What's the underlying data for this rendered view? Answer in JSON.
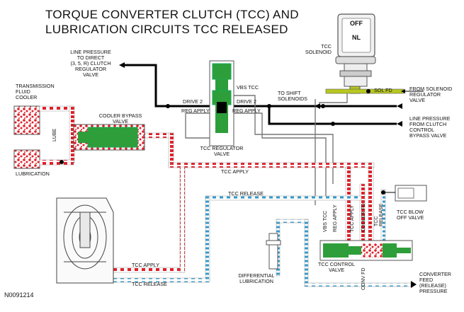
{
  "title": {
    "line1": "TORQUE CONVERTER CLUTCH (TCC) AND",
    "line2": "LUBRICATION CIRCUITS TCC RELEASED"
  },
  "solenoid": {
    "name": "TCC\nSOLENOID",
    "off": "OFF",
    "nl": "NL"
  },
  "labels": {
    "line_pressure_direct": "LINE PRESSURE\nTO DIRECT\n(3, 5, R) CLUTCH\nREGULATOR\nVALVE",
    "trans_cooler": "TRANSMISSION\nFLUID\nCOOLER",
    "lubrication": "LUBRICATION",
    "lube": "LUBE",
    "cooler_bypass": "COOLER BYPASS\nVALVE",
    "vbs_tcc": "VBS TCC",
    "drive2_left": "DRIVE 2",
    "drive2_right": "DRIVE 2",
    "reg_apply_left": "REG APPLY",
    "reg_apply_right": "REG APPLY",
    "tcc_regulator": "TCC REGULATOR\nVALVE",
    "to_shift": "TO SHIFT\nSOLENOIDS",
    "sol_fd": "SOL FD",
    "from_solenoid": "FROM SOLENOID\nREGULATOR\nVALVE",
    "line_pressure_clutch": "LINE PRESSURE\nFROM CLUTCH\nCONTROL\nBYPASS VALVE",
    "tcc_apply_top": "TCC APPLY",
    "tcc_release_mid": "TCC RELEASE",
    "tcc_blow_off": "TCC BLOW\nOFF VALVE",
    "vbs_tcc_v": "VBS TCC",
    "reg_apply_v": "REG APPLY",
    "tcc_apply_v": "TCC APPLY",
    "cooler_fd_v": "COOLER FD",
    "tcc_release_v": "TCC\nRELEASE",
    "conv_fd_v": "CONV FD",
    "tcc_control": "TCC CONTROL\nVALVE",
    "differential": "DIFFERENTIAL\nLUBRICATION",
    "converter_feed": "CONVERTER\nFEED\n(RELEASE)\nPRESSURE",
    "tcc_apply_bottom": "TCC APPLY",
    "tcc_release_bottom": "TCC RELEASE",
    "figure_code": "N0091214"
  },
  "colors": {
    "apply_red": "#e0202a",
    "release_blue": "#3399cc",
    "valve_green": "#2e9e3a",
    "solenoid_yellow": "#b8c820",
    "line_black": "#000000",
    "outline_gray": "#777777"
  }
}
